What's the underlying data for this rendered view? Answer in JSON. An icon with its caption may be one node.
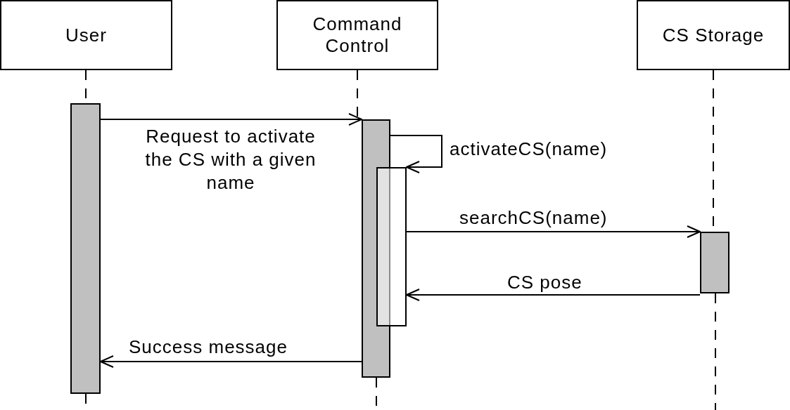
{
  "diagram": {
    "nodes": [
      {
        "text": [
          "User"
        ]
      },
      {
        "text": [
          "Command Control"
        ]
      },
      {
        "text": [
          "CS Storage"
        ]
      },
      {
        "text": [],
        "shape": "bar"
      },
      {
        "text": [],
        "shape": "bar"
      },
      {
        "text": [],
        "shape": "bar"
      },
      {
        "text": [],
        "shape": "bar"
      }
    ],
    "edges": [
      {
        "from": 0,
        "to": 3,
        "arrow": "none",
        "style": "dashed"
      },
      {
        "from": 1,
        "to": 4,
        "arrow": "none",
        "style": "dashed"
      },
      {
        "from": 2,
        "to": 6,
        "arrow": "none",
        "style": "dashed"
      },
      {
        "from": 3,
        "to": 4,
        "arrow": "to",
        "label": "Request to activate the CS with a given name"
      },
      {
        "from": 4,
        "to": 5,
        "arrow": "to",
        "label": "activateCS(name)"
      },
      {
        "from": 5,
        "to": 6,
        "arrow": "to",
        "label": "searchCS(name)"
      },
      {
        "from": 6,
        "to": 5,
        "arrow": "to",
        "label": "CS pose"
      },
      {
        "from": 4,
        "to": 3,
        "arrow": "to",
        "label": "Success message"
      }
    ]
  }
}
